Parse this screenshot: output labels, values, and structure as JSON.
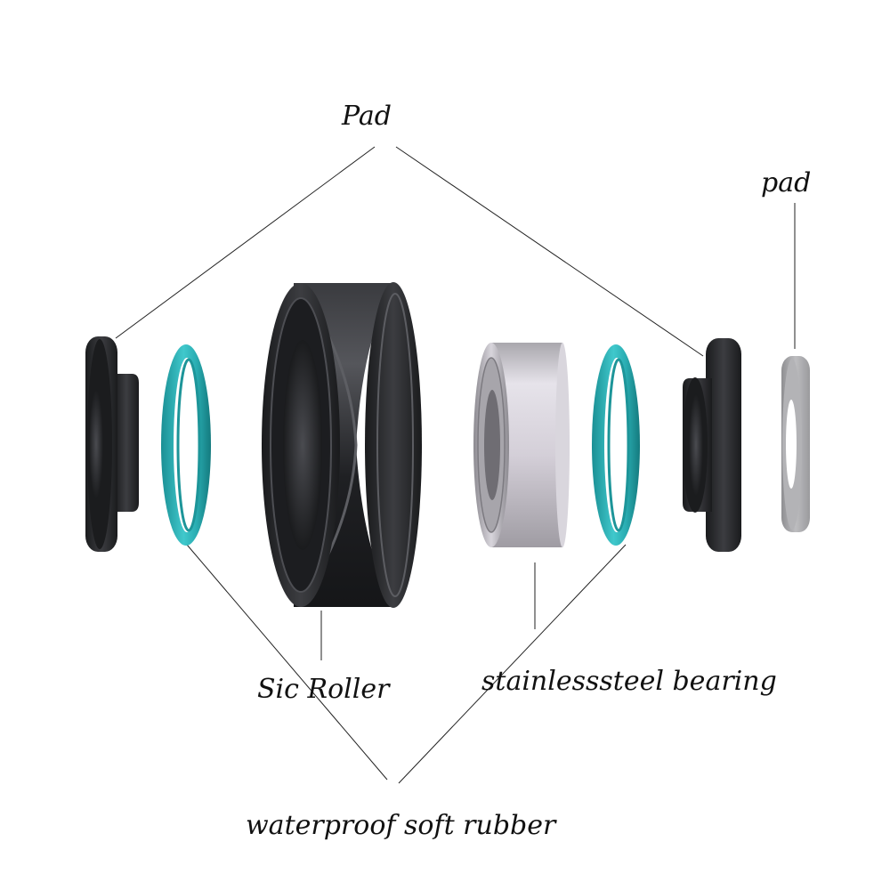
{
  "labels": {
    "pad_top": "Pad",
    "pad_right": "pad",
    "sic_roller": "Sic Roller",
    "bearing": "stainlesssteel bearing",
    "rubber": "waterproof soft rubber"
  },
  "colors": {
    "pad_dark": "#2a2b2e",
    "rubber_ring": "#2ab2b6",
    "roller": "#1e1f22",
    "bearing_steel": "#c9c6cd",
    "pad_thin": "#a9a9ab",
    "leader_line": "#222222"
  },
  "parts": [
    {
      "id": "pad-left",
      "name": "pad"
    },
    {
      "id": "rubber-ring-left",
      "name": "waterproof soft rubber"
    },
    {
      "id": "sic-roller",
      "name": "Sic Roller"
    },
    {
      "id": "bearing",
      "name": "stainlesssteel bearing"
    },
    {
      "id": "rubber-ring-right",
      "name": "waterproof soft rubber"
    },
    {
      "id": "pad-right-flanged",
      "name": "pad"
    },
    {
      "id": "pad-thin-washer",
      "name": "pad"
    }
  ]
}
